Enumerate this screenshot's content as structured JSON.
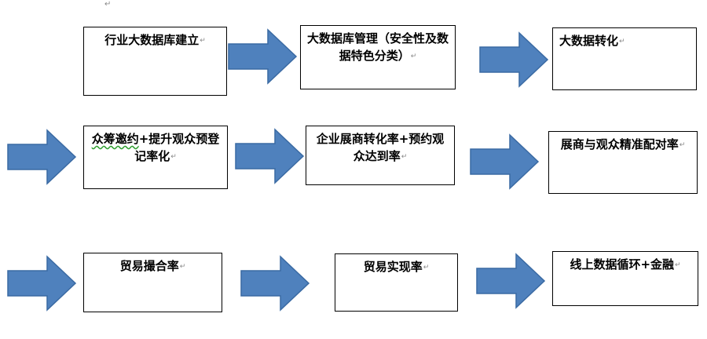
{
  "colors": {
    "arrow_fill": "#4f81bd",
    "arrow_stroke": "#3a6aa3",
    "box_border": "#000000",
    "text": "#000000"
  },
  "paragraph_mark": "↵",
  "boxes": [
    {
      "id": "b1",
      "text": "行业大数据库建立"
    },
    {
      "id": "b2",
      "text": "大数据库管理（安全性及数据特色分类）"
    },
    {
      "id": "b3",
      "text": "大数据转化"
    },
    {
      "id": "b4",
      "text_part1": "众筹邀约",
      "text_part2": "+提升观众预登记率化"
    },
    {
      "id": "b5",
      "text": "企业展商转化率+预约观众达到率"
    },
    {
      "id": "b6",
      "text": "展商与观众精准配对率"
    },
    {
      "id": "b7",
      "text": "贸易撮合率"
    },
    {
      "id": "b8",
      "text": "贸易实现率"
    },
    {
      "id": "b9",
      "text": "线上数据循环+金融"
    }
  ]
}
